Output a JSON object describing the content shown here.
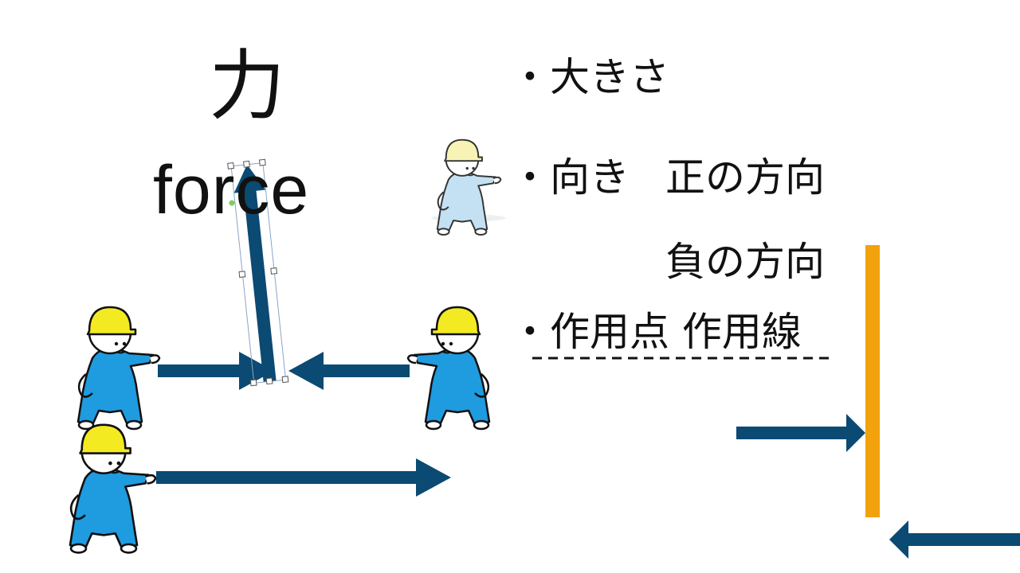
{
  "title_kanji": "力",
  "title_english": "force",
  "bullets": [
    {
      "marker": "・",
      "text": "大きさ"
    },
    {
      "marker": "・",
      "text": "向き"
    },
    {
      "marker": "・",
      "text": "作用点 作用線"
    }
  ],
  "direction": {
    "positive": "正の方向",
    "negative": "負の方向"
  },
  "colors": {
    "arrow": "#0b4a72",
    "wall": "#f2a20c",
    "character_body": "#1f9be0",
    "character_helmet": "#f4ea22",
    "faded_body": "#b9dcf0",
    "faded_helmet": "#f6f2a8"
  },
  "icons": [
    "worker-character-icon",
    "faded-worker-character-icon",
    "arrow-icon",
    "selection-handle-icon"
  ]
}
